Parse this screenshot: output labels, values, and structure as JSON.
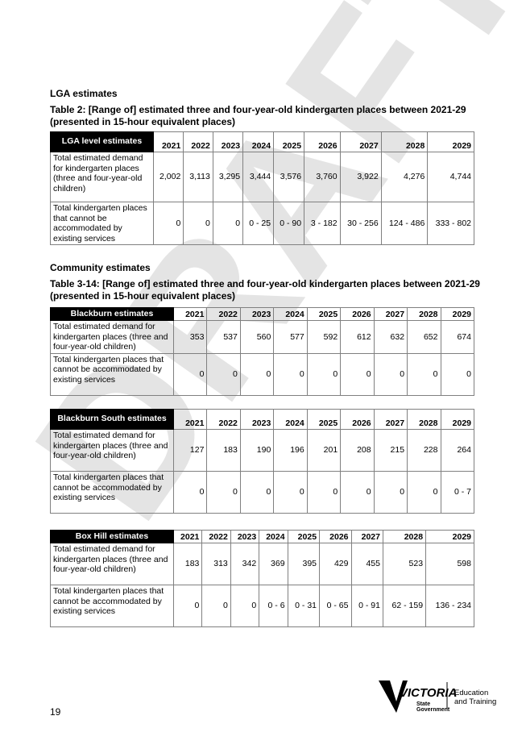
{
  "sections": {
    "lga": "LGA estimates",
    "community": "Community estimates"
  },
  "captions": {
    "t2": "Table 2: [Range of] estimated three and four-year-old kindergarten places between 2021-29 (presented in 15-hour equivalent places)",
    "t314": "Table 3-14: [Range of] estimated three and four-year-old kindergarten places between 2021-29 (presented in 15-hour equivalent places)"
  },
  "tables": [
    {
      "header": "LGA level estimates",
      "years": [
        "2021",
        "2022",
        "2023",
        "2024",
        "2025",
        "2026",
        "2027",
        "2028",
        "2029"
      ],
      "rows": [
        {
          "label": "Total estimated demand for kindergarten places (three and four-year-old children)",
          "values": [
            "2,002",
            "3,113",
            "3,295",
            "3,444",
            "3,576",
            "3,760",
            "3,922",
            "4,276",
            "4,744"
          ]
        },
        {
          "label": "Total kindergarten places that cannot be accommodated by existing services",
          "values": [
            "0",
            "0",
            "0",
            "0 - 25",
            "0 - 90",
            "3 - 182",
            "30 - 256",
            "124 - 486",
            "333 - 802"
          ]
        }
      ]
    },
    {
      "header": "Blackburn estimates",
      "years": [
        "2021",
        "2022",
        "2023",
        "2024",
        "2025",
        "2026",
        "2027",
        "2028",
        "2029"
      ],
      "rows": [
        {
          "label": "Total estimated demand for kindergarten places (three and four-year-old children)",
          "values": [
            "353",
            "537",
            "560",
            "577",
            "592",
            "612",
            "632",
            "652",
            "674"
          ]
        },
        {
          "label": "Total kindergarten places that cannot be accommodated by existing services",
          "values": [
            "0",
            "0",
            "0",
            "0",
            "0",
            "0",
            "0",
            "0",
            "0"
          ]
        }
      ]
    },
    {
      "header": "Blackburn South estimates",
      "years": [
        "2021",
        "2022",
        "2023",
        "2024",
        "2025",
        "2026",
        "2027",
        "2028",
        "2029"
      ],
      "rows": [
        {
          "label": "Total estimated demand for kindergarten places (three and four-year-old children)",
          "values": [
            "127",
            "183",
            "190",
            "196",
            "201",
            "208",
            "215",
            "228",
            "264"
          ]
        },
        {
          "label": "Total kindergarten places that cannot be accommodated by existing services",
          "values": [
            "0",
            "0",
            "0",
            "0",
            "0",
            "0",
            "0",
            "0",
            "0 - 7"
          ]
        }
      ]
    },
    {
      "header": "Box Hill estimates",
      "years": [
        "2021",
        "2022",
        "2023",
        "2024",
        "2025",
        "2026",
        "2027",
        "2028",
        "2029"
      ],
      "rows": [
        {
          "label": "Total estimated demand for kindergarten places (three and four-year-old children)",
          "values": [
            "183",
            "313",
            "342",
            "369",
            "395",
            "429",
            "455",
            "523",
            "598"
          ]
        },
        {
          "label": "Total kindergarten places that cannot be accommodated by existing services",
          "values": [
            "0",
            "0",
            "0",
            "0 - 6",
            "0 - 31",
            "0 - 65",
            "0 - 91",
            "62 - 159",
            "136 - 234"
          ]
        }
      ]
    }
  ],
  "watermark": "DRAFT",
  "page_number": "19",
  "logo": {
    "name": "VICTORIA",
    "sub1": "State",
    "sub2": "Government",
    "dept1": "Education",
    "dept2": "and Training"
  }
}
